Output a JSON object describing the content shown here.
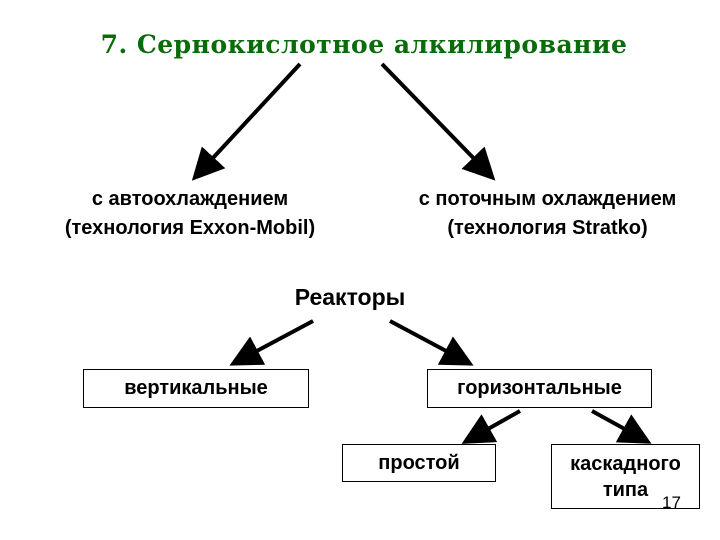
{
  "title": "7. Сернокислотное алкилирование",
  "branches": {
    "left": {
      "line1": "с автоохлаждением",
      "line2": "(технология Exxon-Mobil)"
    },
    "right": {
      "line1": "с поточным охлаждением",
      "line2": "(технология Stratko)"
    }
  },
  "reactors": {
    "heading": "Реакторы",
    "vertical": "вертикальные",
    "horizontal": "горизонтальные",
    "simple": "простой",
    "cascade": "каскадного\nтипа"
  },
  "page_number": "17",
  "colors": {
    "title": "#0a6b0a",
    "arrow": "#000000"
  }
}
